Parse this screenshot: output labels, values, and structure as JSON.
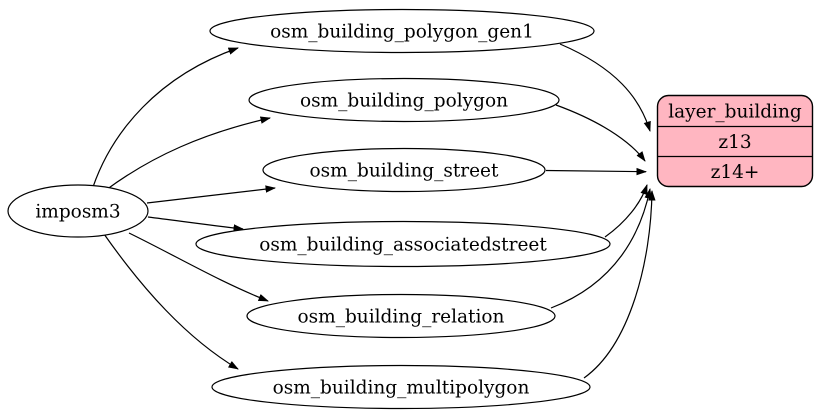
{
  "diagram": {
    "type": "graphviz-digraph",
    "background_color": "#ffffff",
    "node_stroke_color": "#000000",
    "source_node": {
      "id": "imposm3",
      "label": "imposm3"
    },
    "table_nodes": [
      {
        "id": "osm_building_polygon_gen1",
        "label": "osm_building_polygon_gen1"
      },
      {
        "id": "osm_building_polygon",
        "label": "osm_building_polygon"
      },
      {
        "id": "osm_building_street",
        "label": "osm_building_street"
      },
      {
        "id": "osm_building_associatedstreet",
        "label": "osm_building_associatedstreet"
      },
      {
        "id": "osm_building_relation",
        "label": "osm_building_relation"
      },
      {
        "id": "osm_building_multipolygon",
        "label": "osm_building_multipolygon"
      }
    ],
    "layer_node": {
      "id": "layer_building",
      "title": "layer_building",
      "rows": [
        "z13",
        "z14+"
      ],
      "fill_color": "#ffb6c1",
      "stroke_color": "#000000"
    },
    "edges": [
      {
        "from": "imposm3",
        "to": "osm_building_polygon_gen1"
      },
      {
        "from": "imposm3",
        "to": "osm_building_polygon"
      },
      {
        "from": "imposm3",
        "to": "osm_building_street"
      },
      {
        "from": "imposm3",
        "to": "osm_building_associatedstreet"
      },
      {
        "from": "imposm3",
        "to": "osm_building_relation"
      },
      {
        "from": "imposm3",
        "to": "osm_building_multipolygon"
      },
      {
        "from": "osm_building_polygon_gen1",
        "to": "layer_building:z13"
      },
      {
        "from": "osm_building_polygon",
        "to": "layer_building:z14+"
      },
      {
        "from": "osm_building_street",
        "to": "layer_building:z14+"
      },
      {
        "from": "osm_building_associatedstreet",
        "to": "layer_building:z14+"
      },
      {
        "from": "osm_building_relation",
        "to": "layer_building:z14+"
      },
      {
        "from": "osm_building_multipolygon",
        "to": "layer_building:z14+"
      }
    ]
  }
}
